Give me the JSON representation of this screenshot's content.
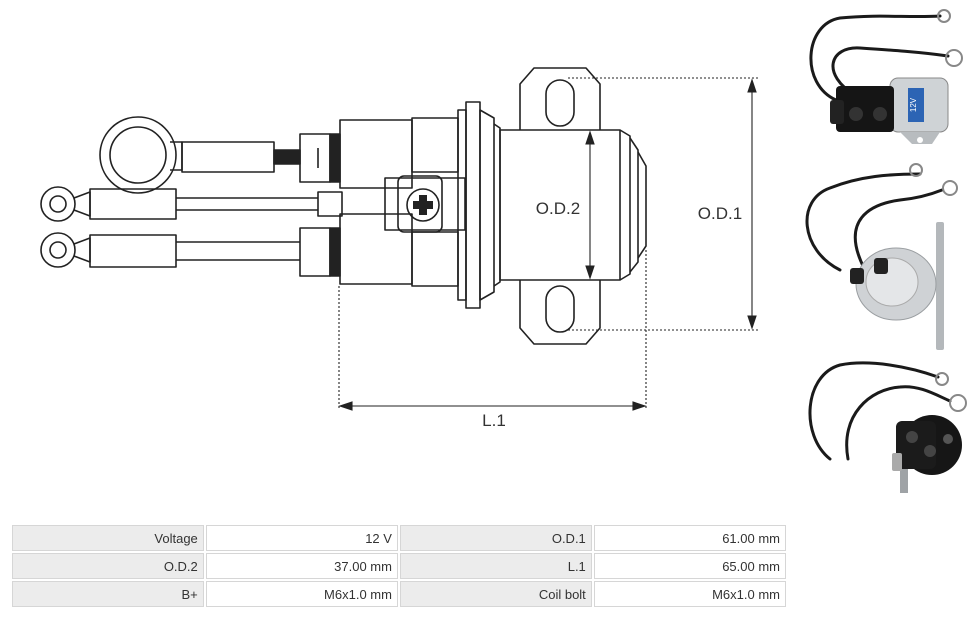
{
  "drawing": {
    "dimensions": {
      "od1": "O.D.1",
      "od2": "O.D.2",
      "l1": "L.1"
    },
    "photo_labels": {
      "voltage_tag": "12V"
    }
  },
  "specs": {
    "rows": [
      [
        {
          "label": "Voltage",
          "value": "12 V"
        },
        {
          "label": "O.D.1",
          "value": "61.00 mm"
        }
      ],
      [
        {
          "label": "O.D.2",
          "value": "37.00 mm"
        },
        {
          "label": "L.1",
          "value": "65.00 mm"
        }
      ],
      [
        {
          "label": "B+",
          "value": "M6x1.0 mm"
        },
        {
          "label": "Coil bolt",
          "value": "M6x1.0 mm"
        }
      ]
    ]
  },
  "colors": {
    "line": "#222222",
    "dimension": "#222222",
    "cable": "#1a1a1a",
    "metal": "#c9cccf",
    "terminal_cap": "#111111"
  }
}
